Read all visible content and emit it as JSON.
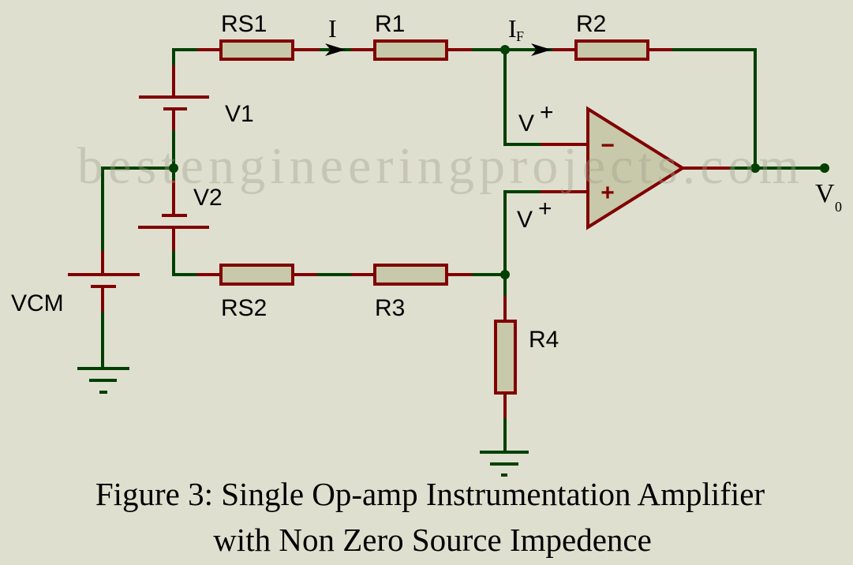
{
  "watermark": "bestengineeringprojects.com",
  "labels": {
    "rs1": "RS1",
    "r1": "R1",
    "r2": "R2",
    "rs2": "RS2",
    "r3": "R3",
    "r4": "R4",
    "v1": "V1",
    "v2": "V2",
    "vcm": "VCM",
    "current_i": "I",
    "current_if": "I",
    "current_if_sub": "F",
    "vplus_top": "V",
    "vplus_top_sup": "+",
    "vplus_bottom": "V",
    "vplus_bottom_sup": "+",
    "opamp_minus": "−",
    "opamp_plus": "+",
    "vout": "V",
    "vout_sub": "0"
  },
  "caption": {
    "line1": "Figure 3: Single Op-amp Instrumentation Amplifier",
    "line2": "with Non Zero Source Impedence"
  },
  "colors": {
    "background": "#dfdfd0",
    "wire": "#004000",
    "component": "#800000",
    "fill": "#c8c8aa"
  }
}
